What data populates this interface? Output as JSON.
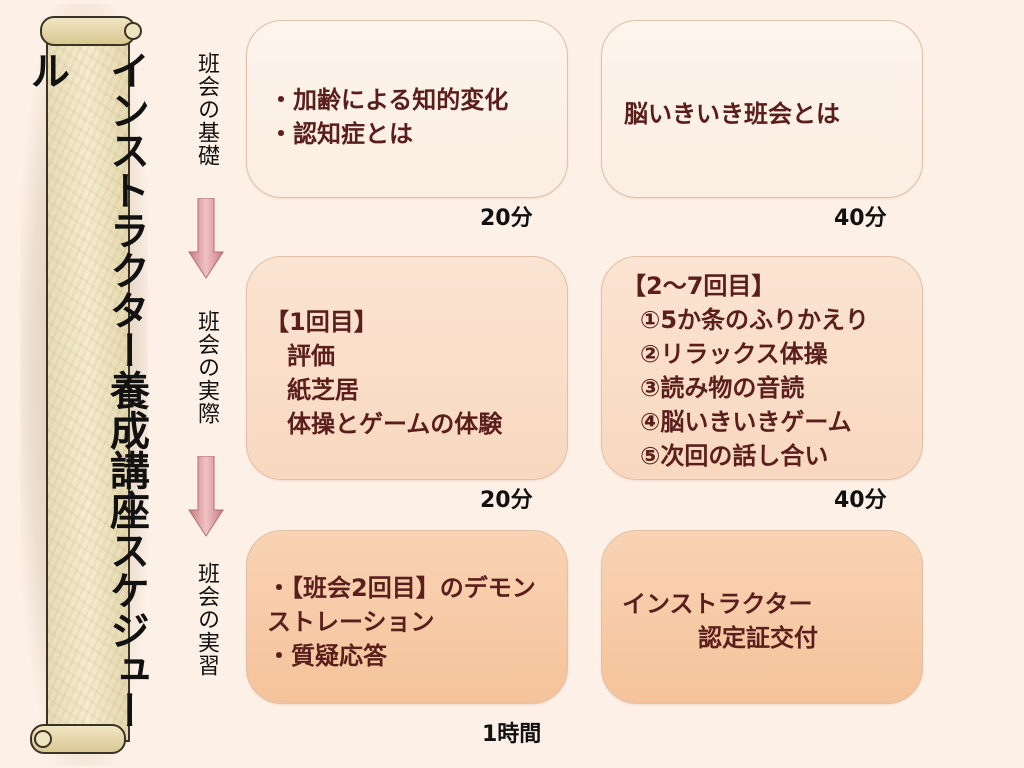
{
  "title": "インストラクター養成講座スケジュール",
  "stages": [
    {
      "label": "班会の基礎"
    },
    {
      "label": "班会の実際"
    },
    {
      "label": "班会の実習"
    }
  ],
  "rows": [
    {
      "left": {
        "lines": [
          "・加齢による知的変化",
          "・認知症とは"
        ],
        "time": "20分"
      },
      "right": {
        "lines": [
          "脳いきいき班会とは"
        ],
        "time": "40分"
      }
    },
    {
      "left": {
        "heading": "【1回目】",
        "lines": [
          "評価",
          "紙芝居",
          "体操とゲームの体験"
        ],
        "time": "20分"
      },
      "right": {
        "heading": "【2～7回目】",
        "lines": [
          "①5か条のふりかえり",
          "②リラックス体操",
          "③読み物の音読",
          "④脳いきいきゲーム",
          "⑤次回の話し合い"
        ],
        "time": "40分"
      }
    },
    {
      "left": {
        "lines": [
          "・【班会2回目】のデモン",
          "ストレーション",
          "・質疑応答"
        ],
        "time": "1時間"
      },
      "right": {
        "lines": [
          "インストラクター",
          "認定証交付"
        ]
      }
    }
  ],
  "colors": {
    "background": "#fdf1e7",
    "box_text": "#5a1e1c",
    "arrow": "#d99a9e"
  }
}
